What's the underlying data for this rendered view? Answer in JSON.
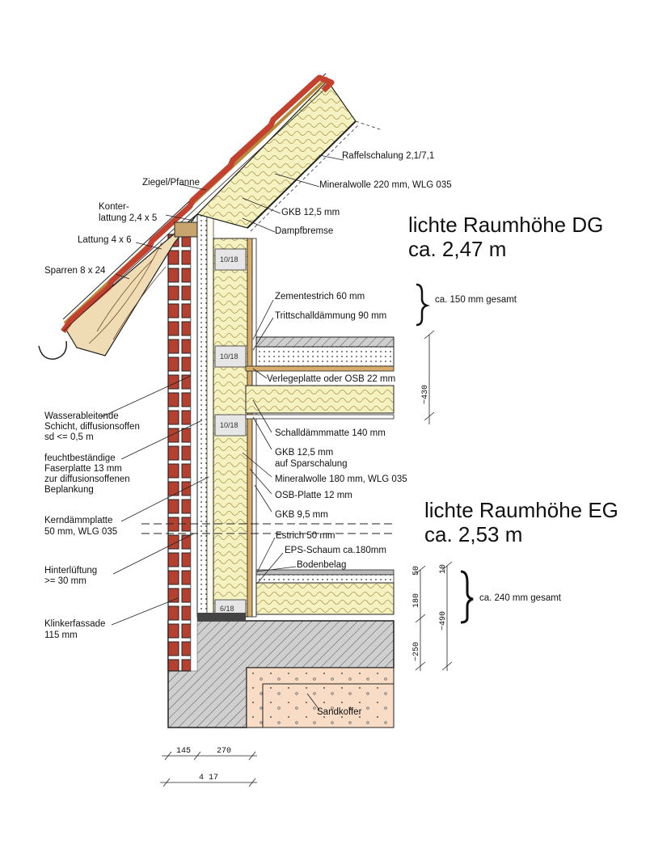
{
  "colors": {
    "brick": "#b5402f",
    "insulation": "#f6f1c0",
    "osb": "#d6ad6a",
    "concrete": "#cfcfcf",
    "sand": "#f8dcc6",
    "roof_tile": "#c2412f",
    "rafter_wood": "#f0dcb4"
  },
  "headings": {
    "dg_line1": "lichte Raumhöhe DG",
    "dg_line2": "ca. 2,47 m",
    "eg_line1": "lichte Raumhöhe EG",
    "eg_line2": "ca. 2,53 m"
  },
  "labels": {
    "raffelschalung": "Raffelschalung 2,1/7,1",
    "mineralwolle_220": "Mineralwolle 220 mm, WLG 035",
    "ziegel": "Ziegel/Pfanne",
    "gkb_top": "GKB 12,5 mm",
    "konter_1": "Konter-",
    "konter_2": "lattung 2,4 x 5",
    "dampfbremse": "Dampfbremse",
    "lattung": "Lattung 4 x 6",
    "sparren": "Sparren 8 x 24",
    "zementestrich": "Zementestrich 60 mm",
    "trittschall": "Trittschalldämmung 90 mm",
    "ca150": "ca. 150 mm gesamt",
    "verlegeplatte": "Verlegeplatte oder OSB 22 mm",
    "schalldamm": "Schalldämmmatte 140 mm",
    "gkb_spar_1": "GKB 12,5 mm",
    "gkb_spar_2": "auf Sparschalung",
    "mineralwolle_180": "Mineralwolle 180 mm, WLG 035",
    "osb_12": "OSB-Platte 12 mm",
    "gkb_95": "GKB 9,5 mm",
    "wasser_1": "Wasserableitende",
    "wasser_2": "Schicht, diffusionsoffen",
    "wasser_3": "sd <= 0,5 m",
    "feucht_1": "feuchtbeständige",
    "feucht_2": "Faserplatte 13 mm",
    "feucht_3": "zur diffusionsoffenen",
    "feucht_4": "Beplankung",
    "kern_1": "Kerndämmplatte",
    "kern_2": "50 mm, WLG 035",
    "hinter_1": "Hinterlüftung",
    "hinter_2": ">= 30 mm",
    "klinker_1": "Klinkerfassade",
    "klinker_2": "115 mm",
    "estrich50": "Estrich 50 mm",
    "eps": "EPS-Schaum ca.180mm",
    "bodenbelag": "Bodenbelag",
    "ca240": "ca. 240 mm gesamt",
    "sandkoffer": "Sandkoffer"
  },
  "stud_tags": {
    "t1": "10/18",
    "t2": "10/18",
    "t3": "10/18",
    "t4": "6/18"
  },
  "dimensions": {
    "d430": "~430",
    "d10": "10",
    "d50": "50",
    "d180": "180",
    "d490": "~490",
    "d250": "~250",
    "d145": "145",
    "d270": "270",
    "d417": "4 17"
  }
}
